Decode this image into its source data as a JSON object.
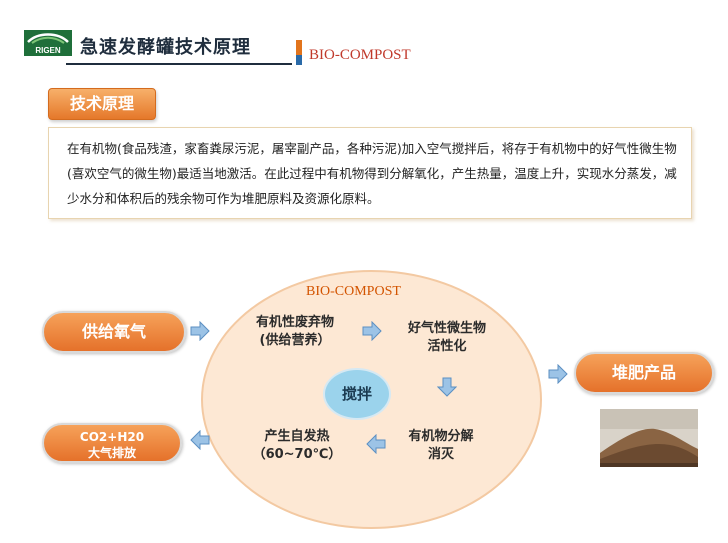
{
  "header": {
    "logo_text": "RIGEN",
    "title": "急速发酵罐技术原理",
    "brand": "BIO-COMPOST"
  },
  "section": {
    "label": "技术原理",
    "paragraph": "在有机物(食品残渣，家畜粪尿污泥，屠宰副产品，各种污泥)加入空气搅拌后，将存于有机物中的好气性微生物(喜欢空气的微生物)最适当地激活。在此过程中有机物得到分解氧化，产生热量，温度上升，实现水分蒸发，减少水分和体积后的残余物可作为堆肥原料及资源化原料。"
  },
  "diagram": {
    "center_title": "BIO-COMPOST",
    "input_pill": "供给氧气",
    "output_pill_line1": "CO2+H20",
    "output_pill_line2": "大气排放",
    "product_pill": "堆肥产品",
    "stir": "搅拌",
    "node_waste_line1": "有机性废弃物",
    "node_waste_line2": "(供给营养）",
    "node_microbe_line1": "好气性微生物",
    "node_microbe_line2": "活性化",
    "node_decompose_line1": "有机物分解",
    "node_decompose_line2": "消灭",
    "node_heat_line1": "产生自发热",
    "node_heat_line2": "（60~70℃）",
    "colors": {
      "orange": "#e5712a",
      "arrow_blue": "#7fb3dc",
      "oval_fill": "#fde8d4",
      "stir_blue": "#9bd3ec",
      "brand_red": "#c0392b"
    }
  }
}
